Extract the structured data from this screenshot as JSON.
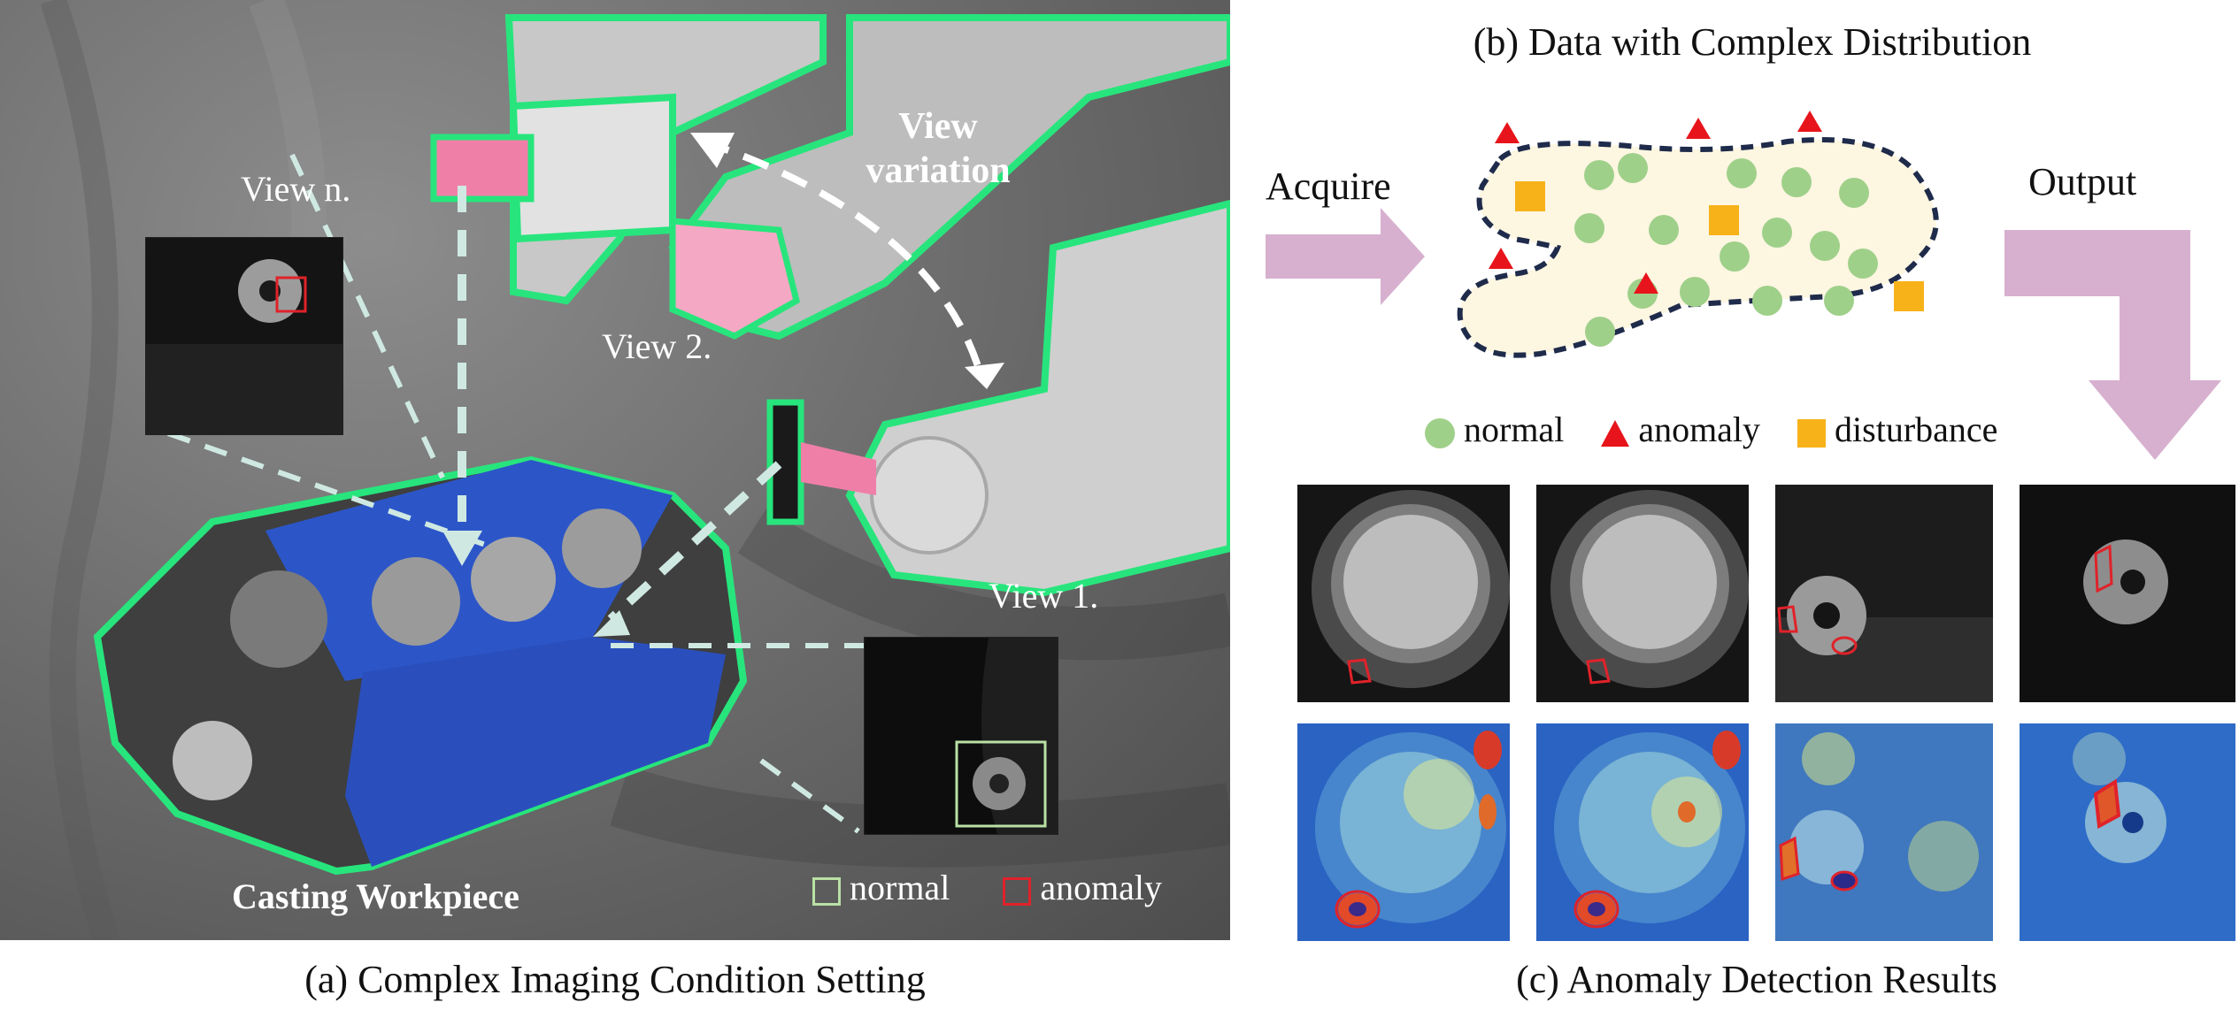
{
  "panel_a": {
    "caption": "(a) Complex Imaging Condition Setting",
    "view_n": "View n.",
    "view_2": "View 2.",
    "view_1": "View 1.",
    "view_variation_line1": "View",
    "view_variation_line2": "variation",
    "workpiece_label": "Casting Workpiece",
    "legend_normal": "normal",
    "legend_anomaly": "anomaly"
  },
  "panel_b": {
    "title": "(b) Data with Complex Distribution",
    "acquire": "Acquire",
    "output": "Output",
    "legend_normal": "normal",
    "legend_anomaly": "anomaly",
    "legend_disturbance": "disturbance"
  },
  "panel_c": {
    "caption": "(c) Anomaly Detection Results"
  },
  "colors": {
    "outline_green": "#27e57c",
    "normal_dot": "#9fd08a",
    "anomaly_red": "#e8141b",
    "disturbance_orange": "#f7b21a",
    "region_fill": "#fdf6e1",
    "arrow_pink": "#d7b0cf",
    "normal_box": "#b9e0a5",
    "anomaly_box": "#e0222a"
  }
}
